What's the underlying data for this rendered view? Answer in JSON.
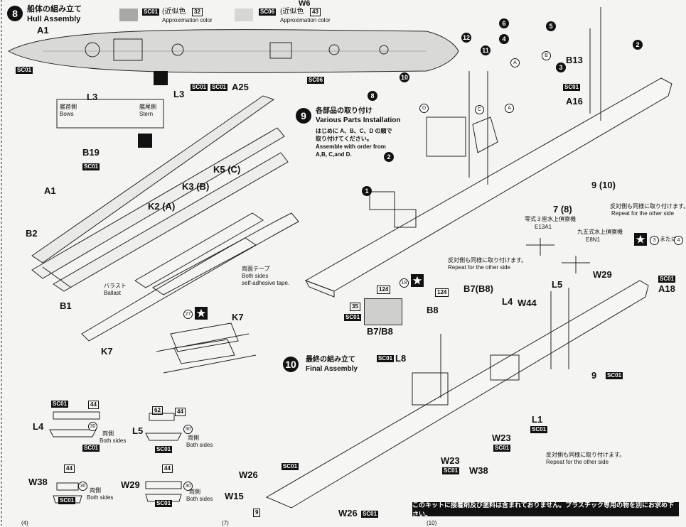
{
  "step8": {
    "number": "8",
    "title_jp": "船体の組み立て",
    "title_en": "Hull Assembly",
    "color_sc01_code": "SC01",
    "color_sc01_jp": "(近似色",
    "color_sc01_num": "32",
    "color_sc01_en": "Approximation color",
    "color_sc06_code": "SC06",
    "color_sc06_jp": "(近似色",
    "color_sc06_num": "43",
    "color_sc06_en": "Approximation color",
    "top_partial_label": "W6",
    "a1_top": "A1",
    "sc01_a": "SC01",
    "sc06_a": "SC06",
    "l3_box_title": "L3",
    "l3_bows_jp": "艦首側",
    "l3_bows_en": "Bows",
    "l3_stern_jp": "艦尾側",
    "l3_stern_en": "Stern",
    "l3": "L3",
    "sc01_l3": "SC01",
    "a25": "A25",
    "sc01_a25": "SC01",
    "b19": "B19",
    "sc01_b19": "SC01",
    "a1": "A1",
    "k5": "K5 (C)",
    "k3": "K3 (B)",
    "k2": "K2 (A)",
    "b2": "B2",
    "b1": "B1",
    "k7": "K7",
    "k7b": "K7",
    "tape_jp": "両面テープ",
    "tape_en1": "Both sides",
    "tape_en2": "self-adhesive tape.",
    "ballast_jp": "バラスト",
    "ballast_en": "Ballast",
    "num27": "27"
  },
  "boats": {
    "l4": "L4",
    "l4_sc_top": "SC01",
    "l4_n44": "44",
    "l4_n30": "30",
    "l4_both_jp": "両側",
    "l4_both_en": "Both sides",
    "l4_sc_bottom": "SC01",
    "l5": "L5",
    "l5_n62": "62",
    "l5_n44": "44",
    "l5_n30": "30",
    "l5_both_jp": "両側",
    "l5_both_en": "Both sides",
    "l5_sc_bottom": "SC01",
    "w38": "W38",
    "w38_n44": "44",
    "w38_n30": "30",
    "w38_both_jp": "両側",
    "w38_both_en": "Both sides",
    "w38_sc_bottom": "SC01",
    "w29": "W29",
    "w29_n44": "44",
    "w29_n30": "30",
    "w29_both_jp": "両側",
    "w29_both_en": "Both sides",
    "w29_sc_bottom": "SC01"
  },
  "step9": {
    "number": "9",
    "title_jp": "各部品の取り付け",
    "title_en": "Various Parts Installation",
    "inst_jp1": "はじめに A、B、C、D の順で",
    "inst_jp2": "取り付けてください。",
    "inst_en1": "Assemble with order from",
    "inst_en2": "A,B, C,and D.",
    "n1": "1",
    "n2": "2",
    "n2b": "2",
    "n5": "5",
    "n6": "6",
    "n4": "4",
    "n3": "3",
    "n8": "8",
    "n10": "10",
    "n11": "11",
    "n12": "12",
    "la": "A",
    "lb": "B",
    "lc": "C",
    "ld": "D",
    "la2": "A",
    "b13": "B13",
    "sc01_b13": "SC01",
    "a16": "A16",
    "ref910": "9 (10)",
    "ref78": "7 (8)",
    "repeat_jp": "反対側も同様に取り付けます。",
    "repeat_en": "Repeat for the other side",
    "e13a1_jp": "零式３座水上偵察機",
    "e13a1": "E13A1",
    "e8n1_jp": "九五式水上偵察機",
    "e8n1": "E8N1",
    "opt3": "3",
    "or_jp": "または",
    "opt4": "4",
    "sc01_a18": "SC01",
    "a18": "A18",
    "w29": "W29",
    "repeat2_jp": "反対側も同様に取り付けます。",
    "repeat2_en": "Repeat for the other side",
    "b7b8": "B7(B8)",
    "n124a": "124",
    "b8": "B8",
    "l4": "L4",
    "w44": "W44",
    "l5": "L5",
    "n124": "124",
    "n18": "18",
    "n35": "35",
    "sc01_b7": "SC01",
    "b7b8_label": "B7/B8"
  },
  "step10": {
    "number": "10",
    "title_jp": "最終の組み立て",
    "title_en": "Final Assembly",
    "sc01_l8": "SC01",
    "l8": "L8",
    "n9": "9",
    "sc01_n9": "SC01",
    "l1": "L1",
    "sc01_l1": "SC01",
    "w23a": "W23",
    "sc01_w23a": "SC01",
    "w23b": "W23",
    "sc01_w23b": "SC01",
    "w38": "W38",
    "repeat_jp": "反対側も同様に取り付けます。",
    "repeat_en": "Repeat for the other side",
    "w26a": "W26",
    "sc01_w26a": "SC01",
    "w15": "W15",
    "w26b": "W26",
    "sc01_w26b": "SC01"
  },
  "footer": {
    "notice": "このキットに接着剤及び塗料は含まれておりません。プラスチック専用の物を別にお求め下さい。",
    "page_marks": [
      "(4)",
      "(7)",
      "(10)"
    ]
  }
}
